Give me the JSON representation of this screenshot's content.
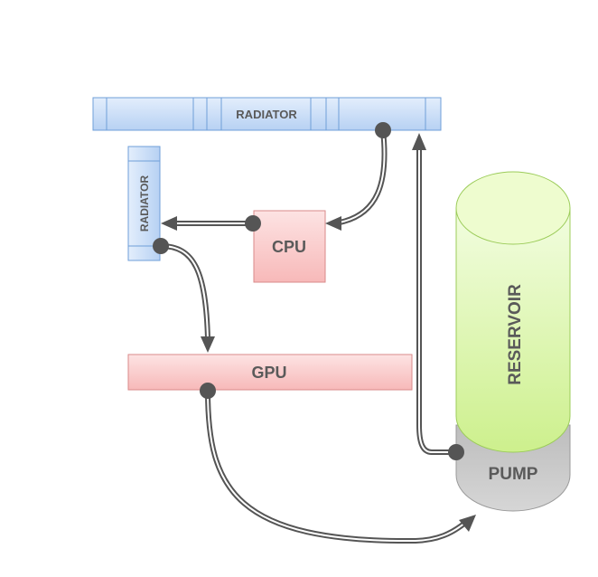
{
  "components": {
    "radiator_top": "RADIATOR",
    "radiator_side": "RADIATOR",
    "cpu": "CPU",
    "gpu": "GPU",
    "reservoir": "RESERVOIR",
    "pump": "PUMP"
  },
  "colors": {
    "radiator_fill": "#c7dcf7",
    "radiator_stroke": "#6f9fd8",
    "block_fill": "#fbd3d3",
    "block_stroke": "#d98a8a",
    "reservoir_fill": "#dcf7a8",
    "reservoir_stroke": "#9ccc5a",
    "pump_fill": "#c9c9c9",
    "pump_stroke": "#9a9a9a",
    "tube_color": "#555555"
  }
}
